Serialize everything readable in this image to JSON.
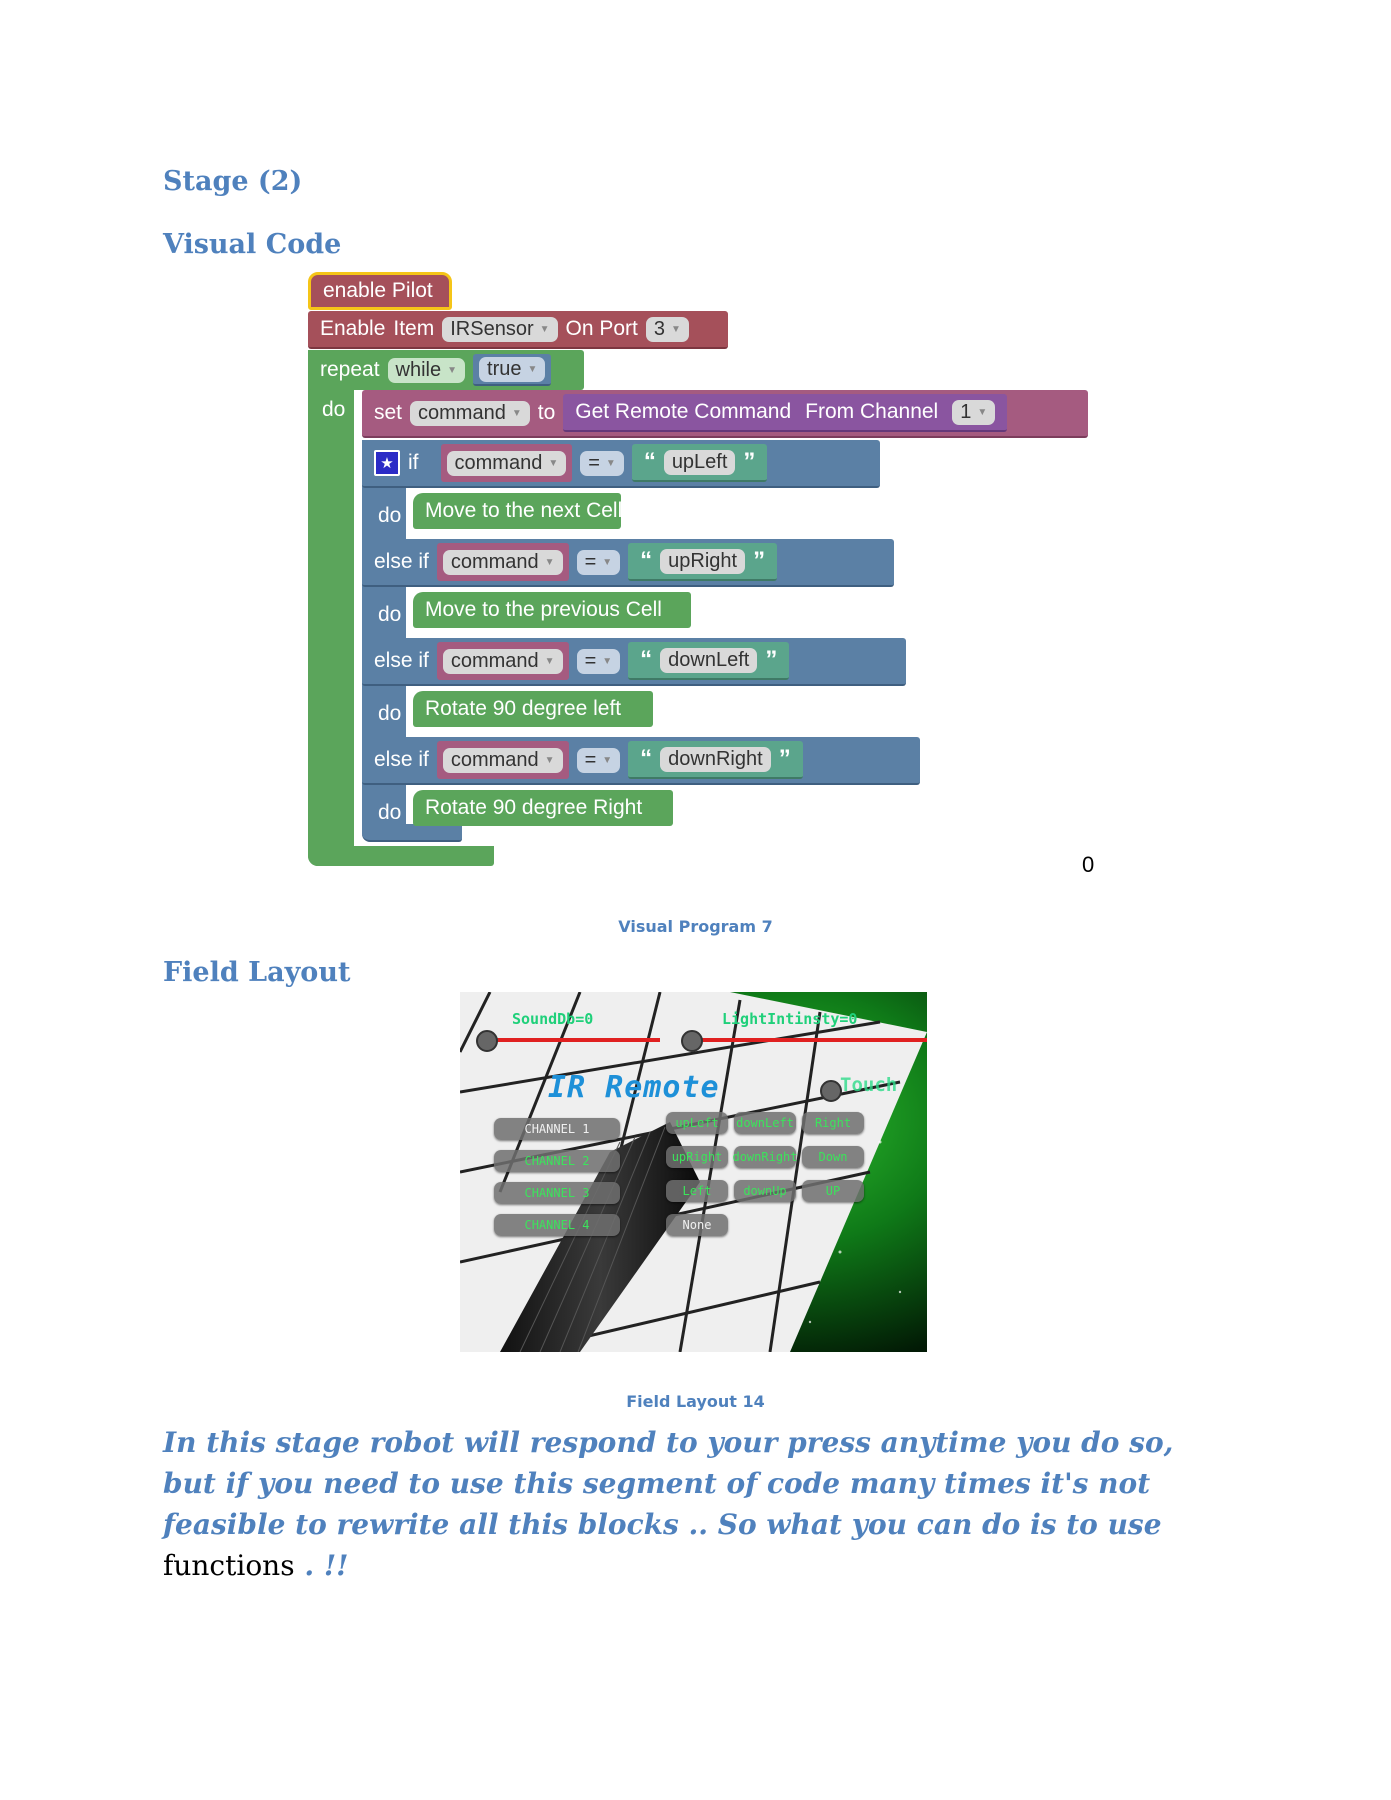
{
  "headings": {
    "stage": "Stage (2)",
    "visual_code": "Visual Code",
    "field_layout": "Field Layout"
  },
  "blocks": {
    "enable_pilot": "enable Pilot",
    "enable": {
      "label": "Enable",
      "item_label": "Item",
      "item_value": "IRSensor",
      "port_label": "On Port",
      "port_value": "3"
    },
    "repeat": {
      "label": "repeat",
      "mode": "while",
      "condition": "true",
      "do_label": "do"
    },
    "set": {
      "label": "set",
      "variable": "command",
      "to_label": "to",
      "call": "Get Remote Command",
      "channel_label": "From Channel",
      "channel_value": "1"
    },
    "if_label": "if",
    "else_if_label": "else if",
    "do_label": "do",
    "op": "=",
    "cond_var": "command",
    "branches": [
      {
        "value": "upLeft",
        "action": "Move to the next Cell"
      },
      {
        "value": "upRight",
        "action": "Move to the previous Cell"
      },
      {
        "value": "downLeft",
        "action": "Rotate 90 degree left"
      },
      {
        "value": "downRight",
        "action": "Rotate 90 degree Right"
      }
    ],
    "zero": "0"
  },
  "captions": {
    "visual_program": "Visual Program 7",
    "field_layout": "Field Layout 14"
  },
  "field_image": {
    "sound": "SoundDb=0",
    "light": "LightIntinsty=0",
    "title": "IR Remote",
    "touch": "Touch",
    "channels": [
      "CHANNEL 1",
      "CHANNEL 2",
      "CHANNEL 3",
      "CHANNEL 4"
    ],
    "grid_buttons": [
      "upLeft",
      "downLeft",
      "Right",
      "upRight",
      "downRight",
      "Down",
      "Left",
      "downUp",
      "UP"
    ],
    "none_button": "None"
  },
  "paragraph": {
    "part1": "In this stage robot will respond to your press anytime you do so, but if you need to use this segment of code many times it's not feasible to rewrite all this blocks .. So what you can do is to use",
    "plain": "functions",
    "part2": ". !!"
  }
}
